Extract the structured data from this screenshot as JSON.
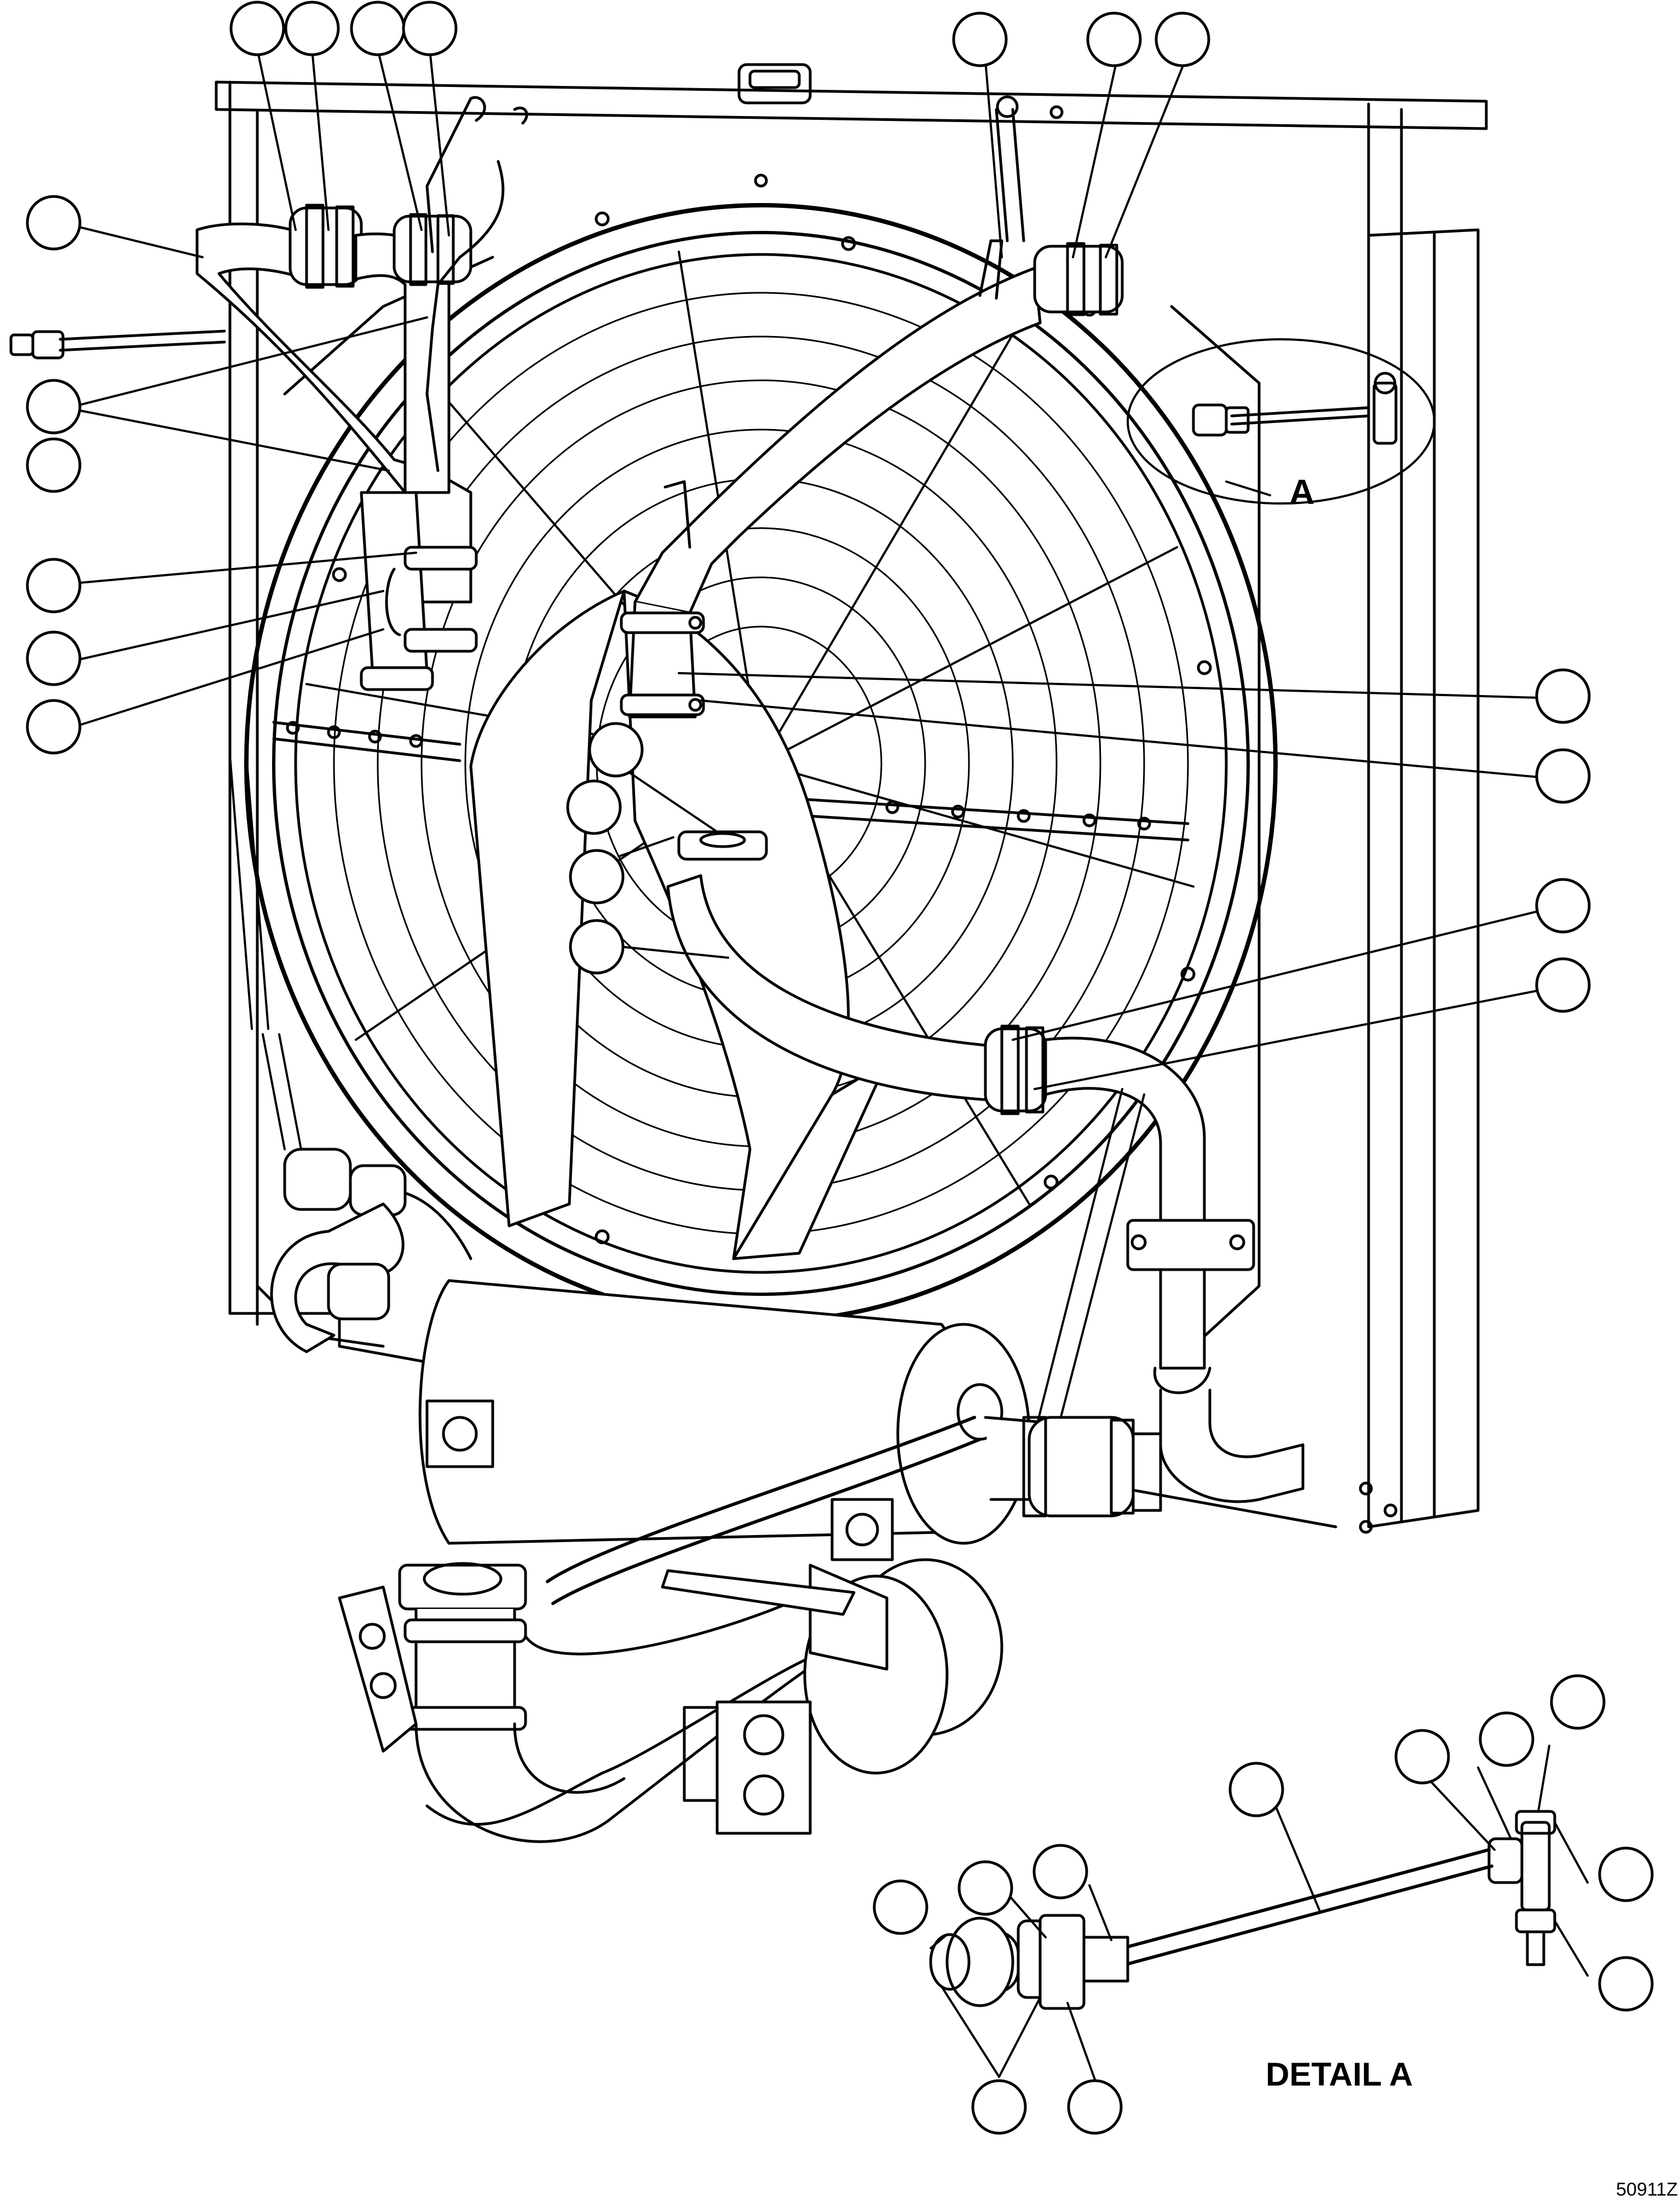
{
  "labels": {
    "detail_letter": "A",
    "detail_caption": "DETAIL A",
    "drawing_number": "50911Z"
  },
  "callouts": {
    "count": 32,
    "numbers_printed": false
  },
  "colors": {
    "line": "#000000",
    "background": "#ffffff",
    "fill": "#ffffff"
  }
}
